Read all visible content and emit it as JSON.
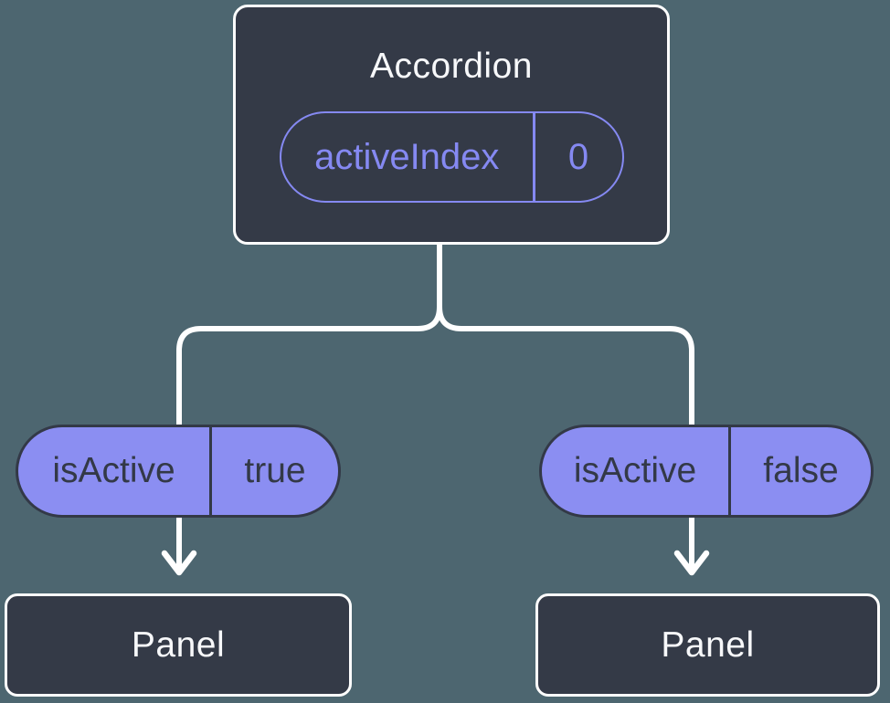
{
  "colors": {
    "background": "#4d6670",
    "node_bg": "#343a47",
    "node_border": "#fdfdfd",
    "node_text": "#f7f8fa",
    "pill_fill": "#8b8ef2",
    "pill_text": "#333947",
    "accent": "#8589f2",
    "connector": "#ffffff"
  },
  "diagram": {
    "root": {
      "title": "Accordion",
      "state_pill": {
        "name": "activeIndex",
        "value": "0"
      }
    },
    "branches": [
      {
        "prop_pill": {
          "name": "isActive",
          "value": "true"
        },
        "child_title": "Panel"
      },
      {
        "prop_pill": {
          "name": "isActive",
          "value": "false"
        },
        "child_title": "Panel"
      }
    ]
  }
}
